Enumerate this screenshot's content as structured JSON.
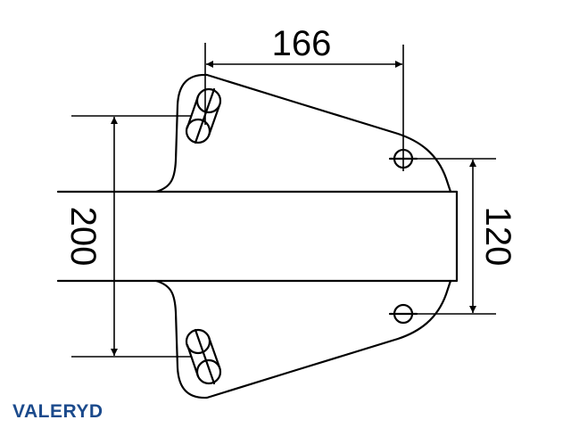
{
  "dimensions": {
    "width_top": "166",
    "height_left": "200",
    "height_right": "120"
  },
  "logo": {
    "text": "VALERYD",
    "color": "#1b4a8c"
  }
}
